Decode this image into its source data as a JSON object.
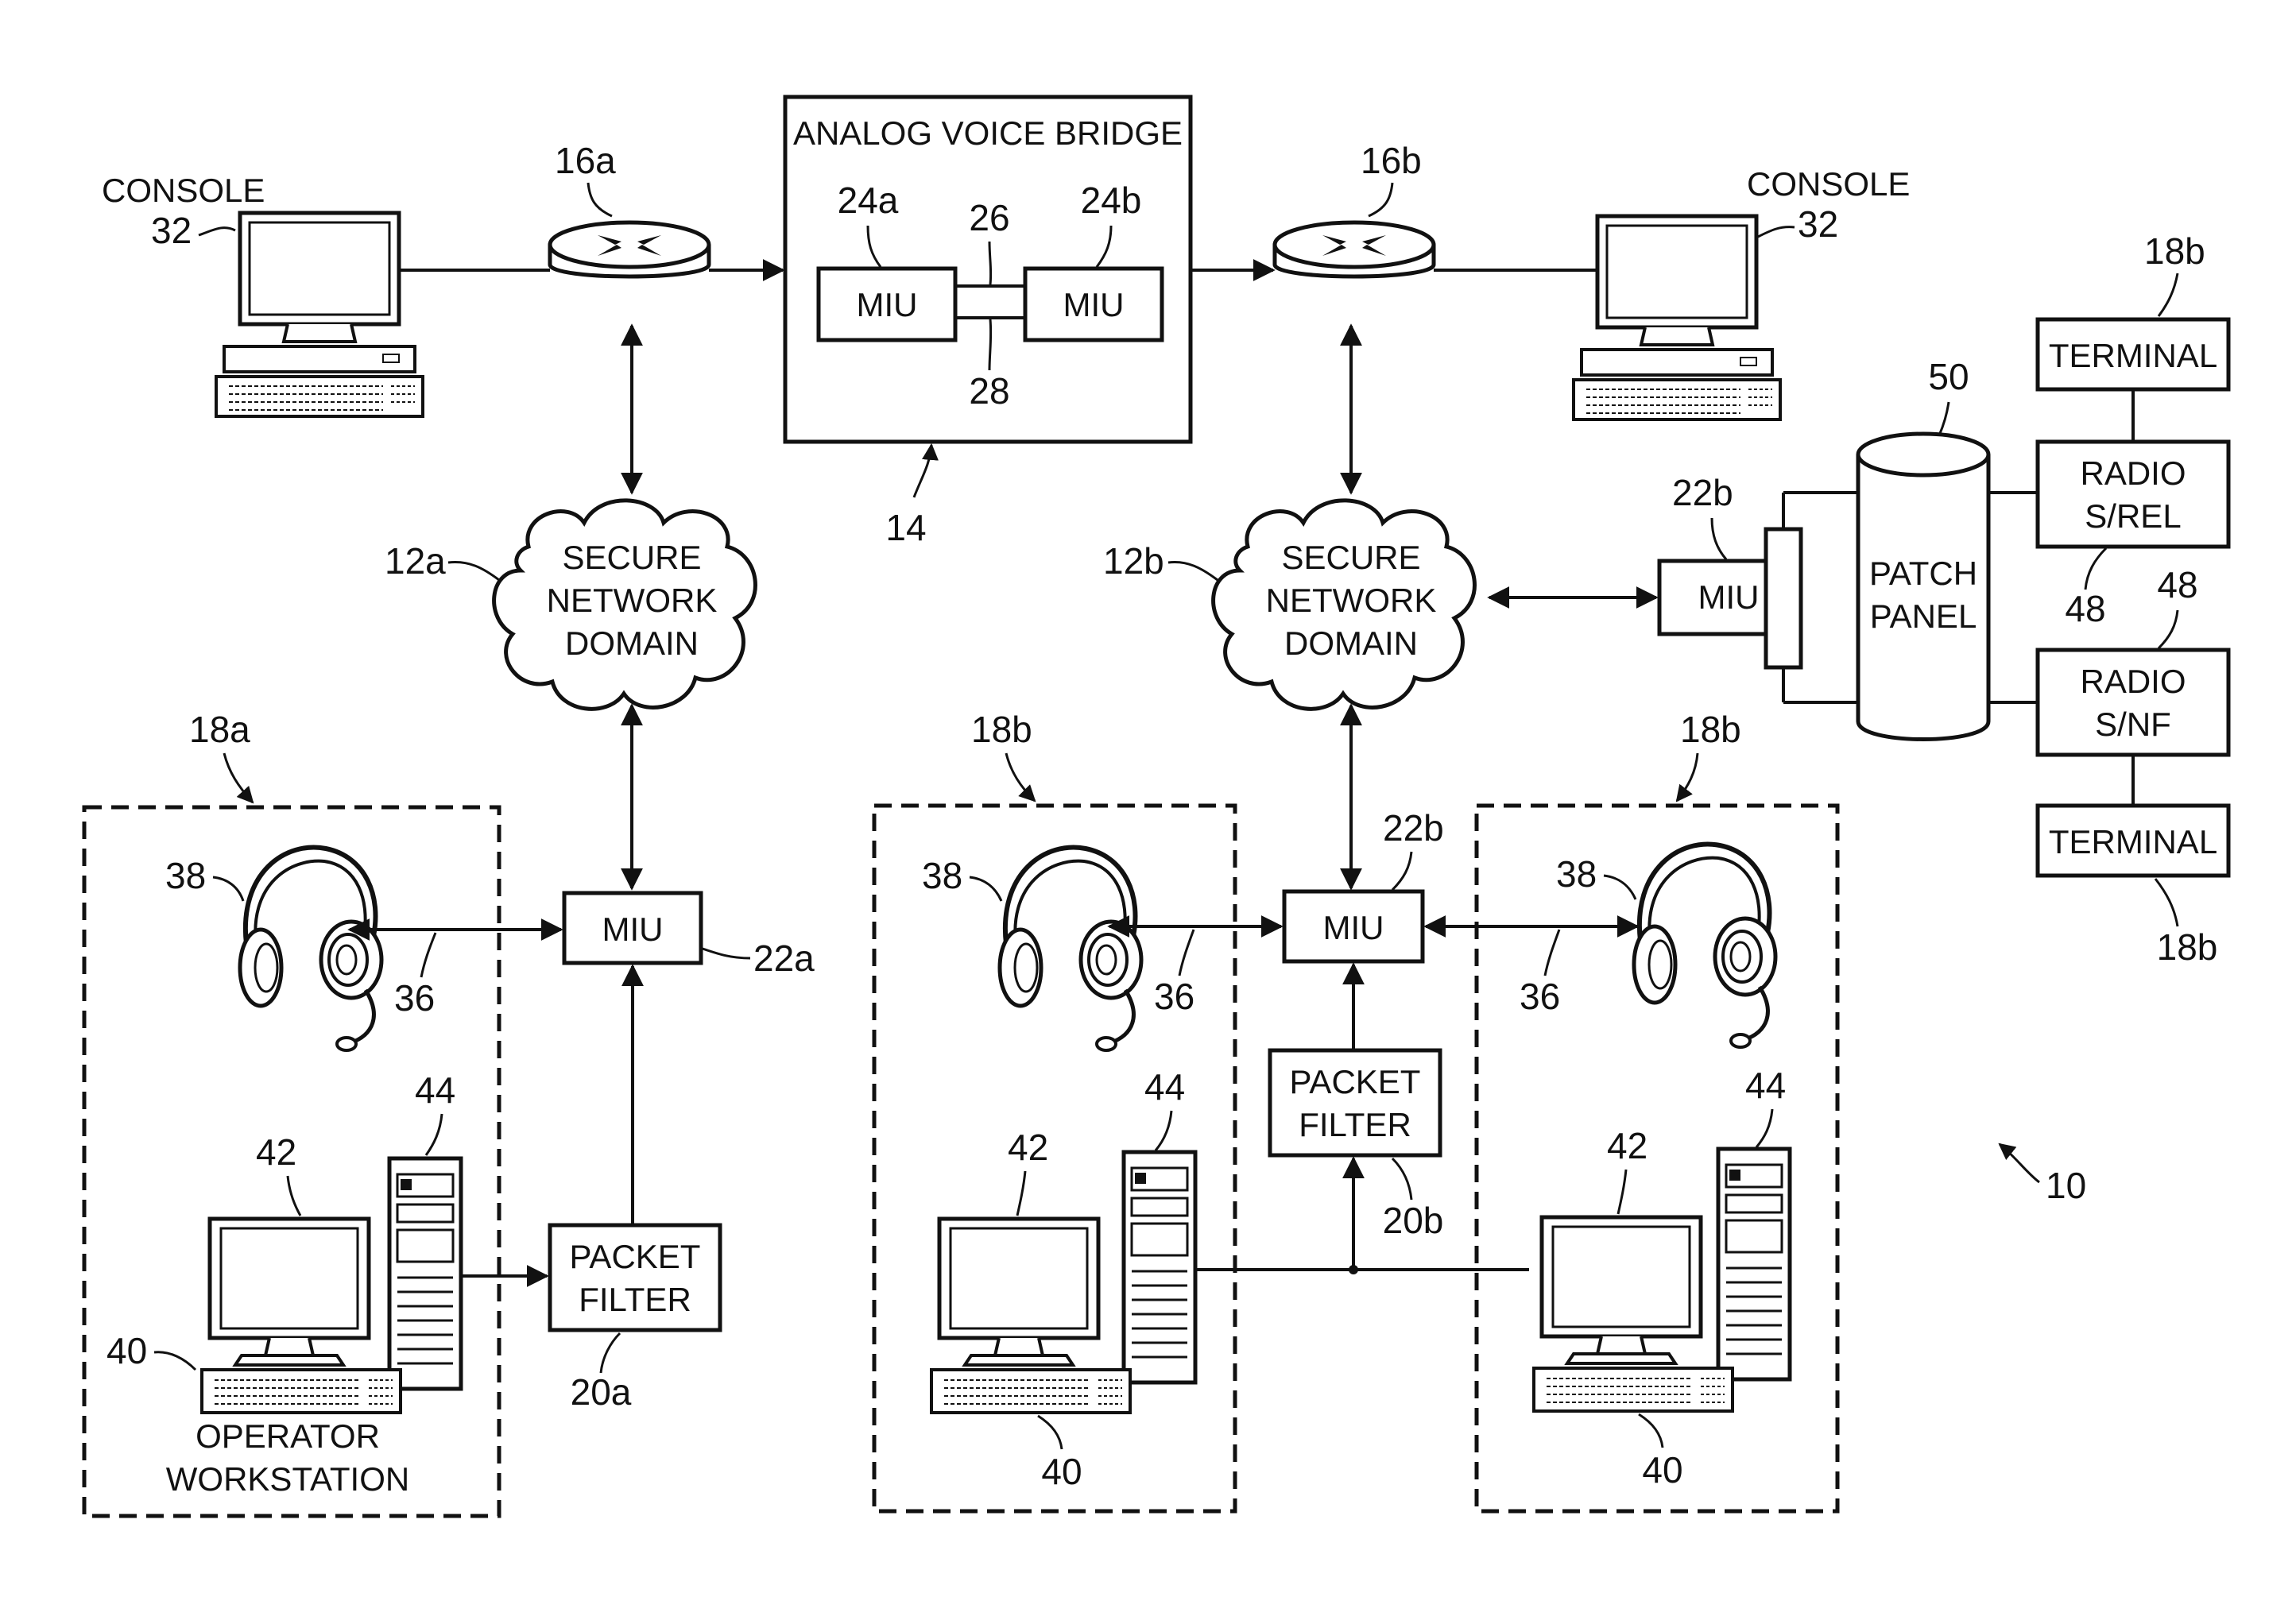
{
  "labels": {
    "analog_voice_bridge": "ANALOG VOICE BRIDGE",
    "miu": "MIU",
    "console": "CONSOLE",
    "secure": "SECURE",
    "network": "NETWORK",
    "domain": "DOMAIN",
    "packet": "PACKET",
    "filter": "FILTER",
    "terminal": "TERMINAL",
    "radio": "RADIO",
    "s_rel": "S/REL",
    "s_nf": "S/NF",
    "patch": "PATCH",
    "panel": "PANEL",
    "operator": "OPERATOR",
    "workstation": "WORKSTATION"
  },
  "refs": {
    "r10": "10",
    "r12a": "12a",
    "r12b": "12b",
    "r14": "14",
    "r16a": "16a",
    "r16b": "16b",
    "r18a": "18a",
    "r18b": "18b",
    "r20a": "20a",
    "r20b": "20b",
    "r22a": "22a",
    "r22b": "22b",
    "r24a": "24a",
    "r24b": "24b",
    "r26": "26",
    "r28": "28",
    "r32": "32",
    "r36": "36",
    "r38": "38",
    "r40": "40",
    "r42": "42",
    "r44": "44",
    "r48": "48",
    "r50": "50"
  }
}
